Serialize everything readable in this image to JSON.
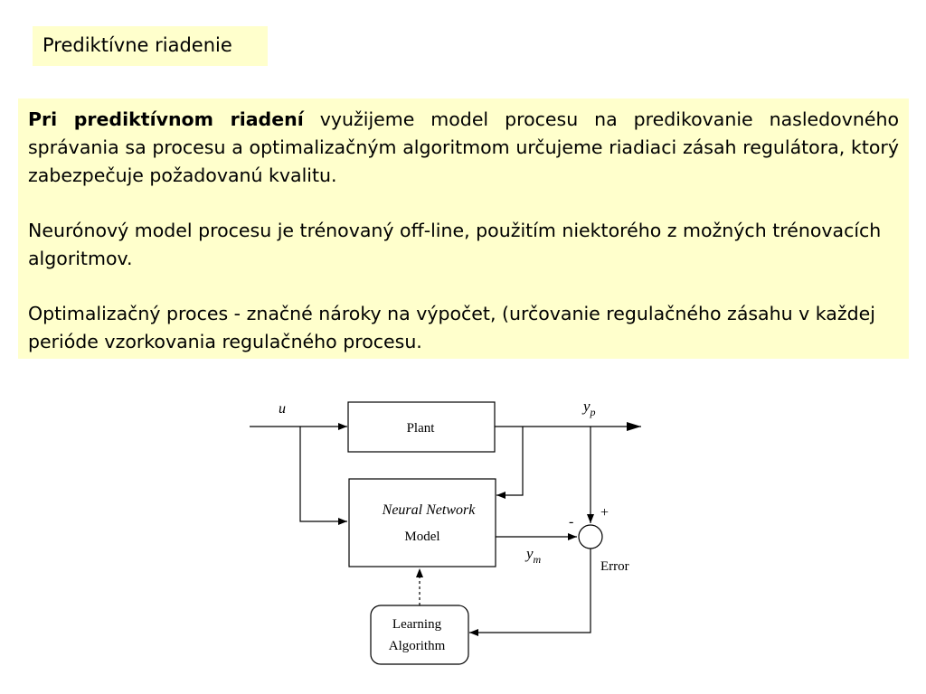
{
  "slide": {
    "title": "Prediktívne riadenie",
    "paragraphs": [
      {
        "bold_lead": "Pri prediktívnom riadení",
        "text": " využijeme model procesu na predikovanie nasledovného správania sa procesu a optimalizačným algoritmom určujeme riadiaci zásah regulátora, ktorý zabezpečuje požadovanú kvalitu."
      },
      {
        "text": "Neurónový model procesu je trénovaný off-line, použitím niektorého z možných trénovacích algoritmov."
      },
      {
        "text": "Optimalizačný proces - značné nároky na výpočet, (určovanie regulačného zásahu v každej perióde vzorkovania regulačného procesu."
      }
    ]
  },
  "diagram": {
    "input_label": "u",
    "plant_label": "Plant",
    "output_label_main": "y",
    "output_label_sub": "p",
    "model_label_line1": "Neural Network",
    "model_label_line2": "Model",
    "model_output_main": "y",
    "model_output_sub": "m",
    "plus_sign": "+",
    "minus_sign": "-",
    "error_label": "Error",
    "learning_line1": "Learning",
    "learning_line2": "Algorithm"
  }
}
